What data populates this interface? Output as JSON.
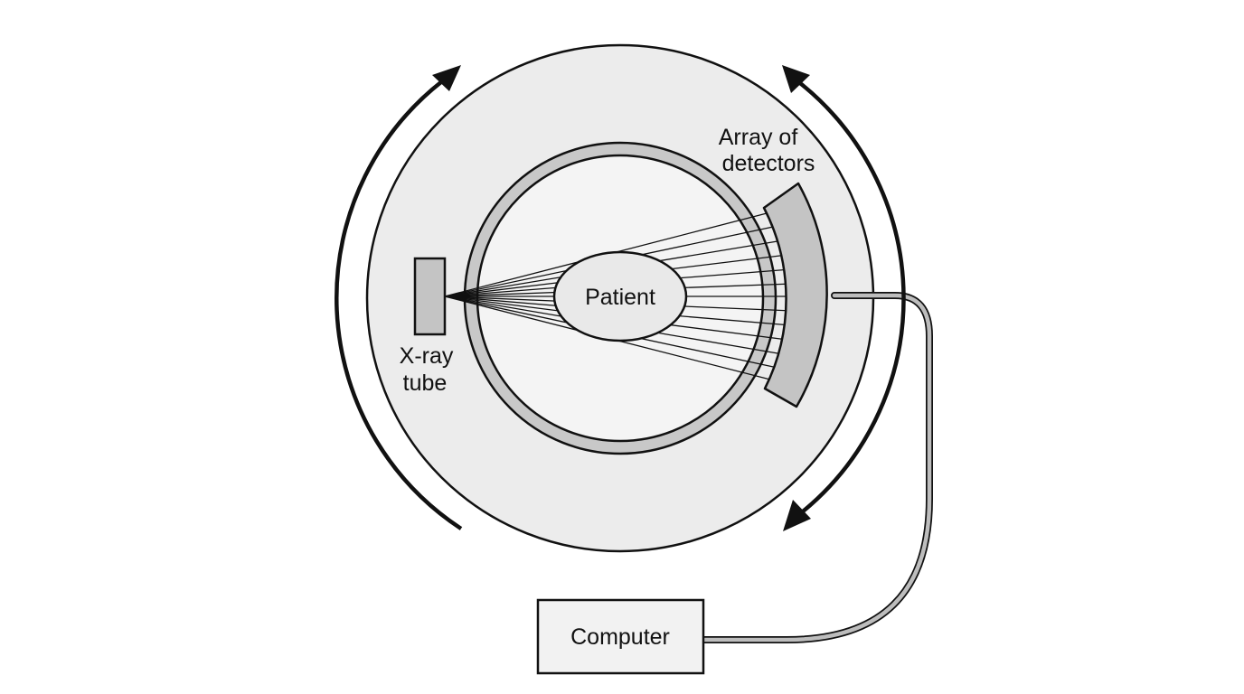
{
  "labels": {
    "patient": "Patient",
    "xray_tube_line1": "X-ray",
    "xray_tube_line2": "tube",
    "detectors_line1": "Array of",
    "detectors_line2": "detectors",
    "computer": "Computer"
  },
  "colors": {
    "background": "#ffffff",
    "gantry_fill": "#ececec",
    "bore_ring_fill": "#c8c8c8",
    "component_fill": "#c4c4c4",
    "outline": "#111111",
    "cable": "#bdbdbd"
  },
  "icons": {
    "rotation_arrows": "curved-arrow-icon"
  }
}
